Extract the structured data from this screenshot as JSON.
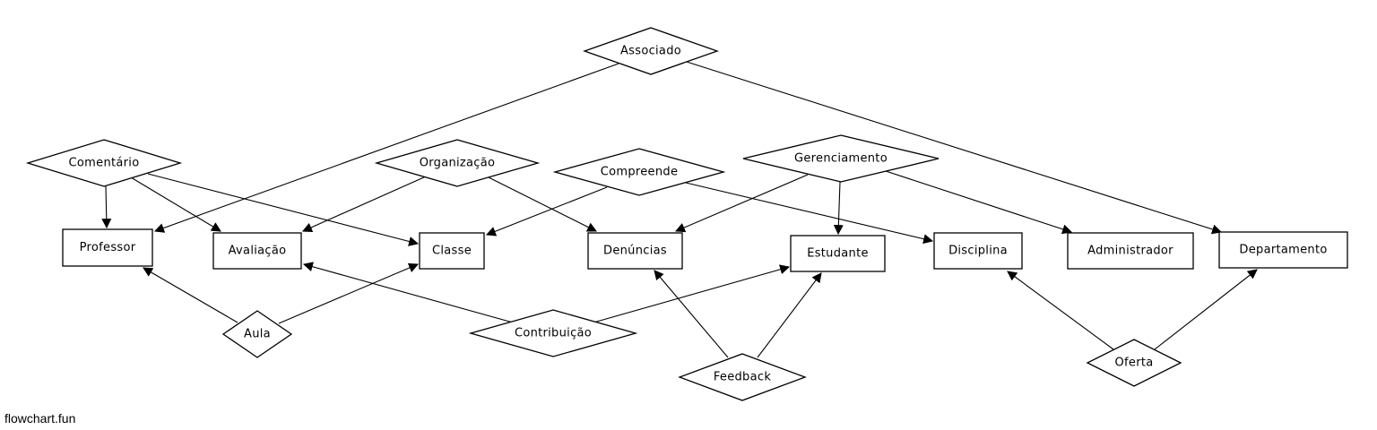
{
  "diagram": {
    "entities": [
      {
        "id": "professor",
        "label": "Professor"
      },
      {
        "id": "avaliacao",
        "label": "Avaliação"
      },
      {
        "id": "classe",
        "label": "Classe"
      },
      {
        "id": "denuncias",
        "label": "Denúncias"
      },
      {
        "id": "estudante",
        "label": "Estudante"
      },
      {
        "id": "disciplina",
        "label": "Disciplina"
      },
      {
        "id": "administrador",
        "label": "Administrador"
      },
      {
        "id": "departamento",
        "label": "Departamento"
      }
    ],
    "relationships": [
      {
        "id": "associado",
        "label": "Associado"
      },
      {
        "id": "comentario",
        "label": "Comentário"
      },
      {
        "id": "organizacao",
        "label": "Organização"
      },
      {
        "id": "compreende",
        "label": "Compreende"
      },
      {
        "id": "gerenciamento",
        "label": "Gerenciamento"
      },
      {
        "id": "aula",
        "label": "Aula"
      },
      {
        "id": "contribuicao",
        "label": "Contribuição"
      },
      {
        "id": "feedback",
        "label": "Feedback"
      },
      {
        "id": "oferta",
        "label": "Oferta"
      }
    ],
    "edges": [
      {
        "from": "associado",
        "to": "professor"
      },
      {
        "from": "associado",
        "to": "departamento"
      },
      {
        "from": "comentario",
        "to": "professor"
      },
      {
        "from": "comentario",
        "to": "avaliacao"
      },
      {
        "from": "comentario",
        "to": "classe"
      },
      {
        "from": "organizacao",
        "to": "avaliacao"
      },
      {
        "from": "organizacao",
        "to": "denuncias"
      },
      {
        "from": "compreende",
        "to": "classe"
      },
      {
        "from": "compreende",
        "to": "disciplina"
      },
      {
        "from": "gerenciamento",
        "to": "denuncias"
      },
      {
        "from": "gerenciamento",
        "to": "estudante"
      },
      {
        "from": "gerenciamento",
        "to": "administrador"
      },
      {
        "from": "aula",
        "to": "professor"
      },
      {
        "from": "aula",
        "to": "classe"
      },
      {
        "from": "contribuicao",
        "to": "avaliacao"
      },
      {
        "from": "contribuicao",
        "to": "estudante"
      },
      {
        "from": "feedback",
        "to": "denuncias"
      },
      {
        "from": "feedback",
        "to": "estudante"
      },
      {
        "from": "oferta",
        "to": "disciplina"
      },
      {
        "from": "oferta",
        "to": "departamento"
      }
    ]
  },
  "footer": {
    "watermark": "flowchart.fun"
  }
}
